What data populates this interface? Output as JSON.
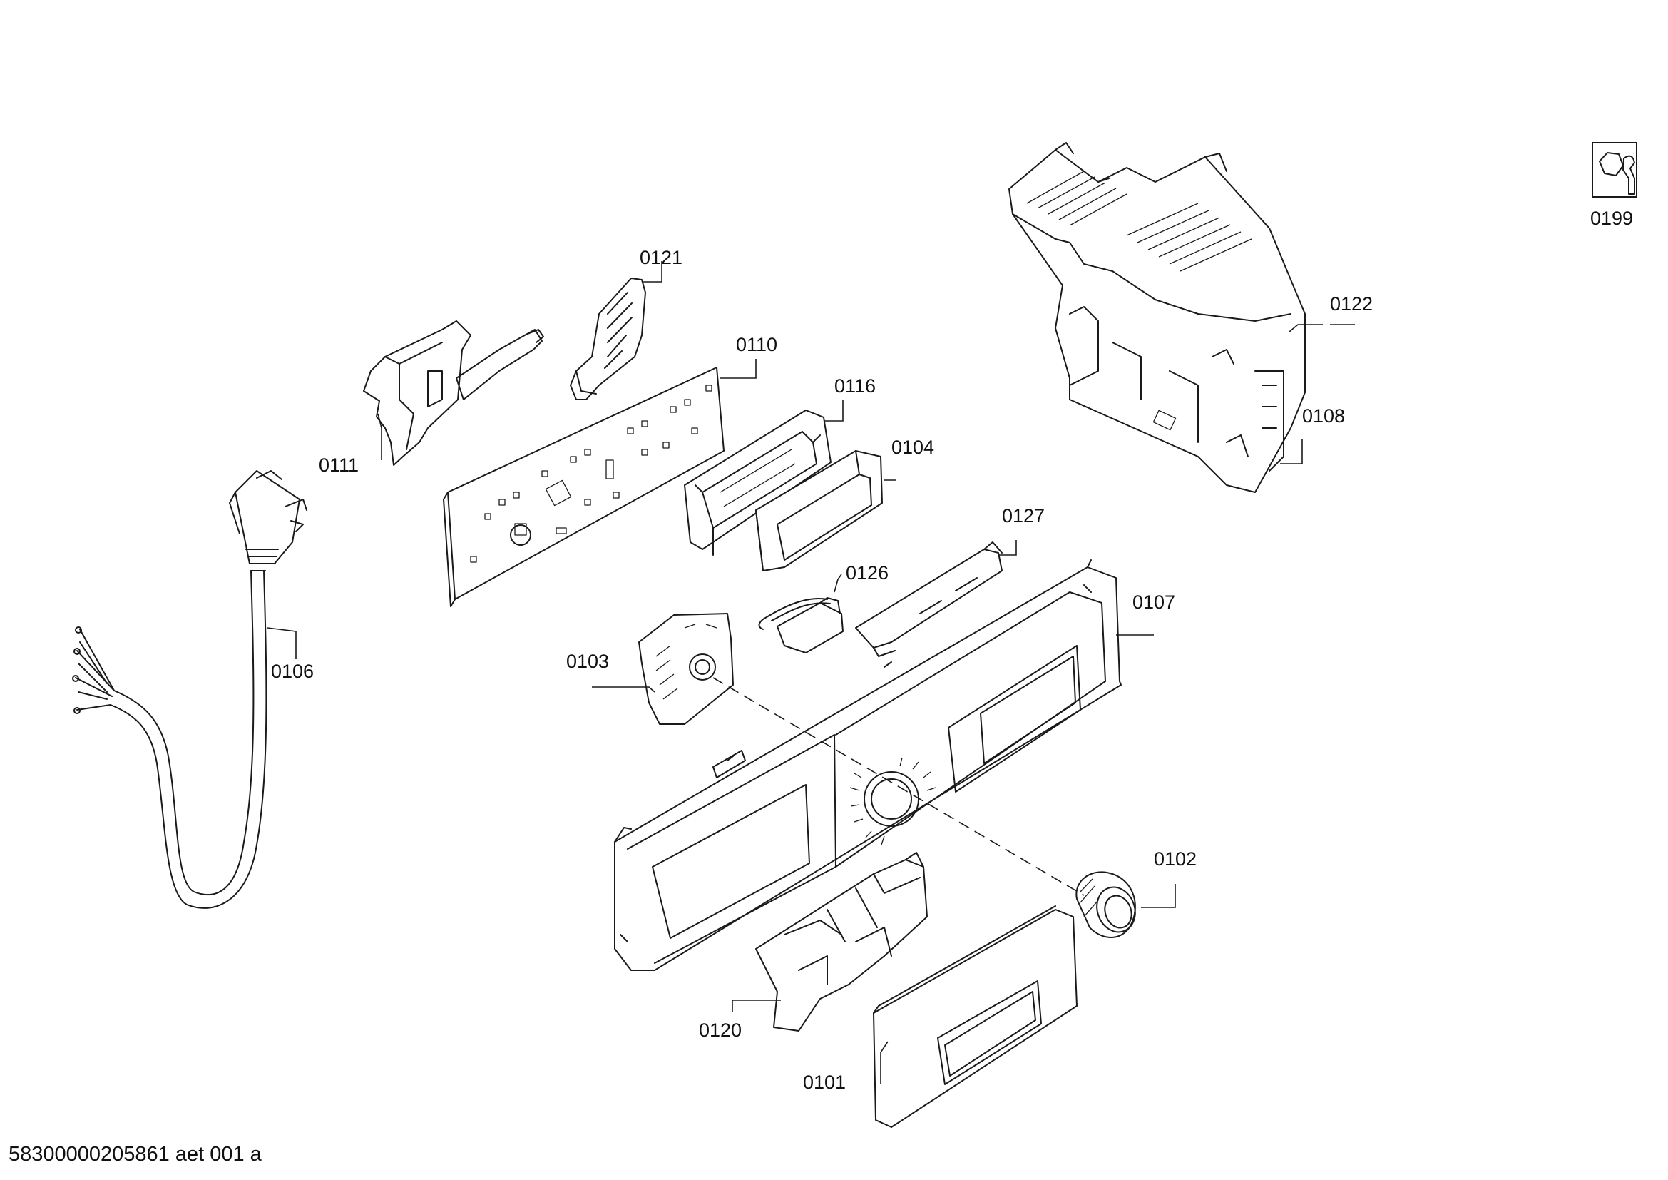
{
  "parts": [
    {
      "id": "0199",
      "label": "0199"
    },
    {
      "id": "0121",
      "label": "0121"
    },
    {
      "id": "0122",
      "label": "0122"
    },
    {
      "id": "0110",
      "label": "0110"
    },
    {
      "id": "0116",
      "label": "0116"
    },
    {
      "id": "0108",
      "label": "0108"
    },
    {
      "id": "0104",
      "label": "0104"
    },
    {
      "id": "0111",
      "label": "0111"
    },
    {
      "id": "0127",
      "label": "0127"
    },
    {
      "id": "0126",
      "label": "0126"
    },
    {
      "id": "0107",
      "label": "0107"
    },
    {
      "id": "0106",
      "label": "0106"
    },
    {
      "id": "0103",
      "label": "0103"
    },
    {
      "id": "0102",
      "label": "0102"
    },
    {
      "id": "0120",
      "label": "0120"
    },
    {
      "id": "0101",
      "label": "0101"
    }
  ],
  "footer": {
    "doc_code": "58300000205861 aet 001 a"
  },
  "service_icon": "hex-nut-wrench-icon"
}
